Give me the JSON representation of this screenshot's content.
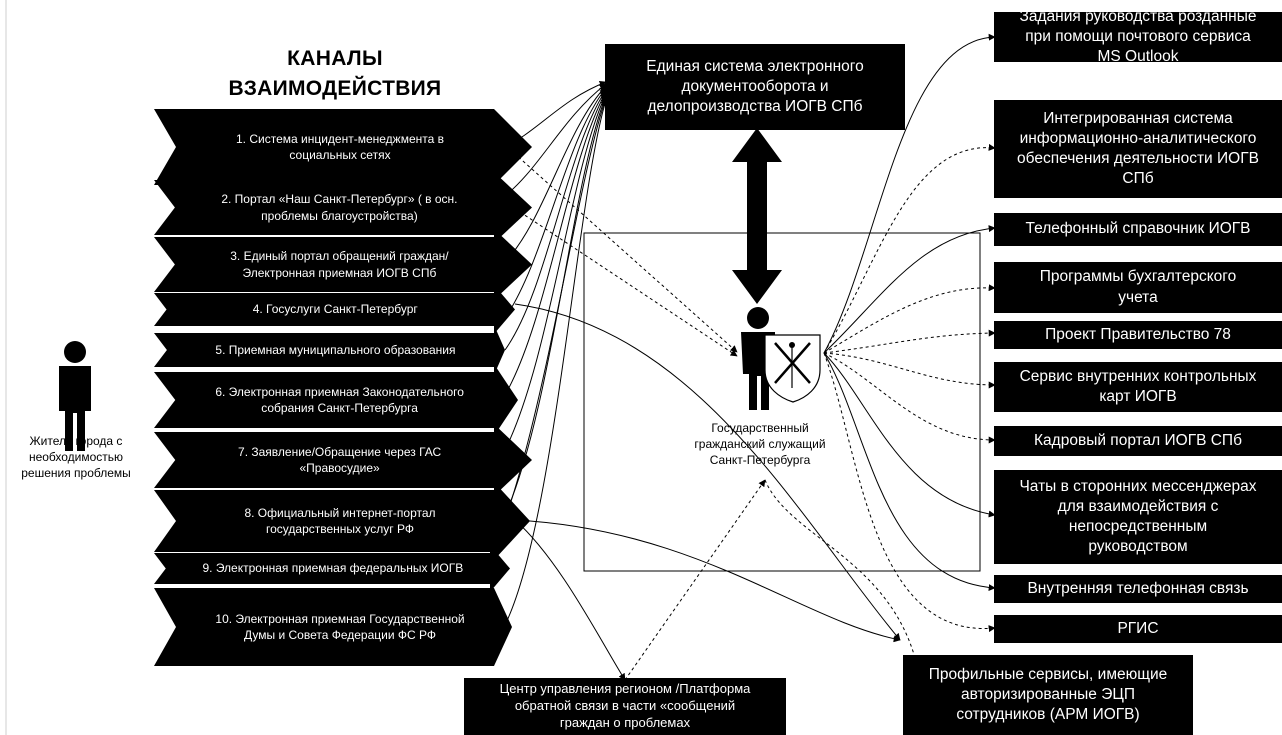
{
  "title": {
    "line1": "КАНАЛЫ",
    "line2": "ВЗАИМОДЕЙСТВИЯ"
  },
  "resident": {
    "line1": "Житель города с",
    "line2": "необходимостью",
    "line3": "решения проблемы"
  },
  "channels": [
    {
      "l1": "1. Система инцидент-менеджмента в",
      "l2": "социальных сетях"
    },
    {
      "l1": "2. Портал «Наш Санкт-Петербург» ( в осн.",
      "l2": "проблемы благоустройства)"
    },
    {
      "l1": "3. Единый портал обращений граждан/",
      "l2": "Электронная приемная ИОГВ СПб"
    },
    {
      "l1": "4. Госуслуги Санкт-Петербург",
      "l2": ""
    },
    {
      "l1": "5. Приемная муниципального образования",
      "l2": ""
    },
    {
      "l1": "6. Электронная приемная Законодательного",
      "l2": "собрания Санкт-Петербурга"
    },
    {
      "l1": "7. Заявление/Обращение через ГАС",
      "l2": "«Правосудие»"
    },
    {
      "l1": "8. Официальный интернет-портал",
      "l2": "государственных услуг РФ"
    },
    {
      "l1": "9. Электронная приемная федеральных ИОГВ",
      "l2": ""
    },
    {
      "l1": "10. Электронная приемная Государственной",
      "l2": "Думы и Совета Федерации ФС РФ"
    }
  ],
  "edms": {
    "l1": "Единая система электронного",
    "l2": "документооборота и",
    "l3": "делопроизводства ИОГВ СПб"
  },
  "servant": {
    "l1": "Государственный",
    "l2": "гражданский служащий",
    "l3": "Санкт-Петербурга"
  },
  "services": [
    {
      "l1": "Задания руководства розданные",
      "l2": "при помощи почтового сервиса",
      "l3": "MS Outlook",
      "l4": ""
    },
    {
      "l1": "Интегрированная система",
      "l2": "информационно-аналитического",
      "l3": "обеспечения деятельности ИОГВ",
      "l4": "СПб"
    },
    {
      "l1": "Телефонный справочник ИОГВ",
      "l2": "",
      "l3": "",
      "l4": ""
    },
    {
      "l1": "Программы бухгалтерского",
      "l2": "учета",
      "l3": "",
      "l4": ""
    },
    {
      "l1": "Проект Правительство 78",
      "l2": "",
      "l3": "",
      "l4": ""
    },
    {
      "l1": "Сервис внутренних контрольных",
      "l2": "карт ИОГВ",
      "l3": "",
      "l4": ""
    },
    {
      "l1": "Кадровый портал ИОГВ СПб",
      "l2": "",
      "l3": "",
      "l4": ""
    },
    {
      "l1": "Чаты в сторонних мессенджерах",
      "l2": "для взаимодействия с",
      "l3": "непосредственным",
      "l4": "руководством"
    },
    {
      "l1": "Внутренняя телефонная связь",
      "l2": "",
      "l3": "",
      "l4": ""
    },
    {
      "l1": "РГИС",
      "l2": "",
      "l3": "",
      "l4": ""
    }
  ],
  "center_region": {
    "l1": "Центр управления регионом /Платформа",
    "l2": "обратной связи в части «сообщений",
    "l3": "граждан о проблемах"
  },
  "profile_services": {
    "l1": "Профильные сервисы, имеющие",
    "l2": "авторизированные ЭЦП",
    "l3": "сотрудников (АРМ ИОГВ)"
  }
}
